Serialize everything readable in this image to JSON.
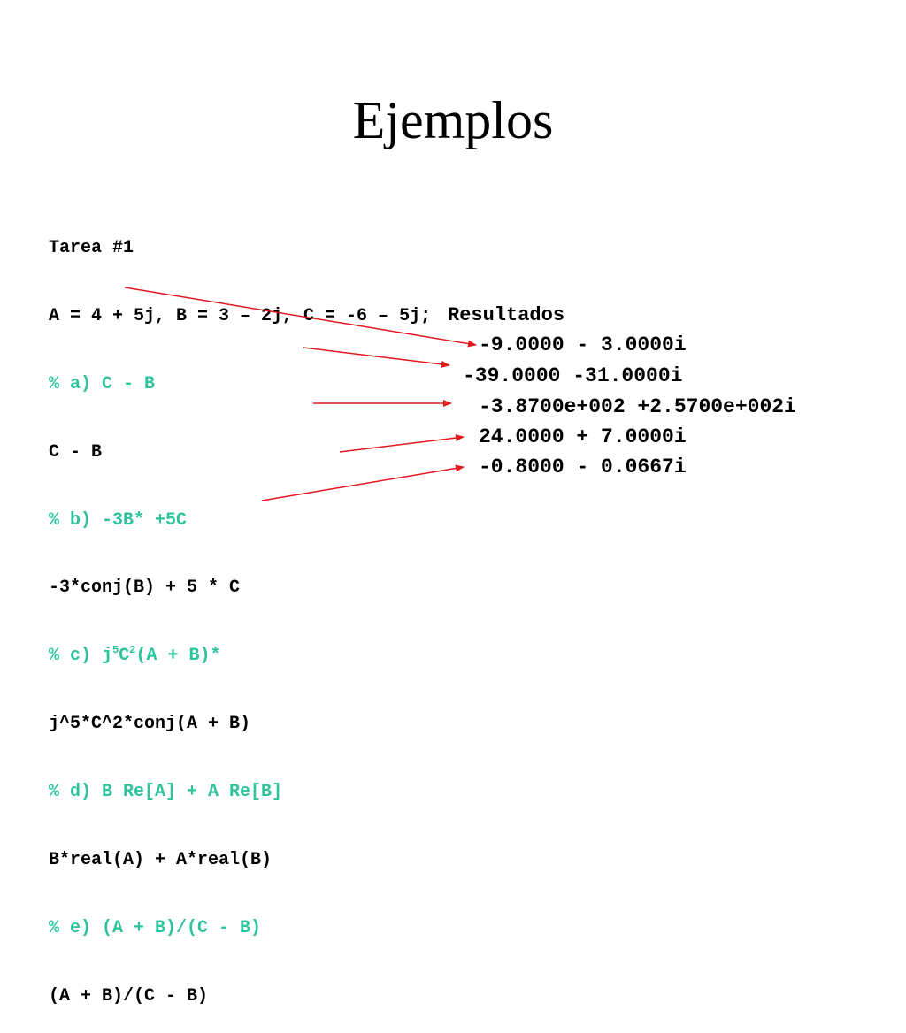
{
  "slide": {
    "title": "Ejemplos"
  },
  "code": {
    "task_title": "Tarea #1",
    "definitions": "A = 4 + 5j, B = 3 – 2j, C = -6 – 5j;",
    "comment_a": "% a) C - B",
    "expr_a": "C - B",
    "comment_b": "% b) -3B* +5C",
    "expr_b": "-3*conj(B) + 5 * C",
    "comment_c_prefix": "% c) j",
    "comment_c_exp1": "5",
    "comment_c_mid": "C",
    "comment_c_exp2": "2",
    "comment_c_suffix": "(A + B)*",
    "expr_c": "j^5*C^2*conj(A + B)",
    "comment_d": "% d) B Re[A] + A Re[B]",
    "expr_d": "B*real(A) + A*real(B)",
    "comment_e": "% e) (A + B)/(C - B)",
    "expr_e": "(A + B)/(C - B)"
  },
  "results": {
    "title": "Resultados",
    "a": "-9.0000 - 3.0000i",
    "b": "-39.0000 -31.0000i",
    "c": "-3.8700e+002 +2.5700e+002i",
    "d": "24.0000 + 7.0000i",
    "e": "-0.8000 - 0.0667i"
  },
  "colors": {
    "comment": "#2ec29d",
    "arrow": "#e0191f",
    "text": "#000000"
  }
}
